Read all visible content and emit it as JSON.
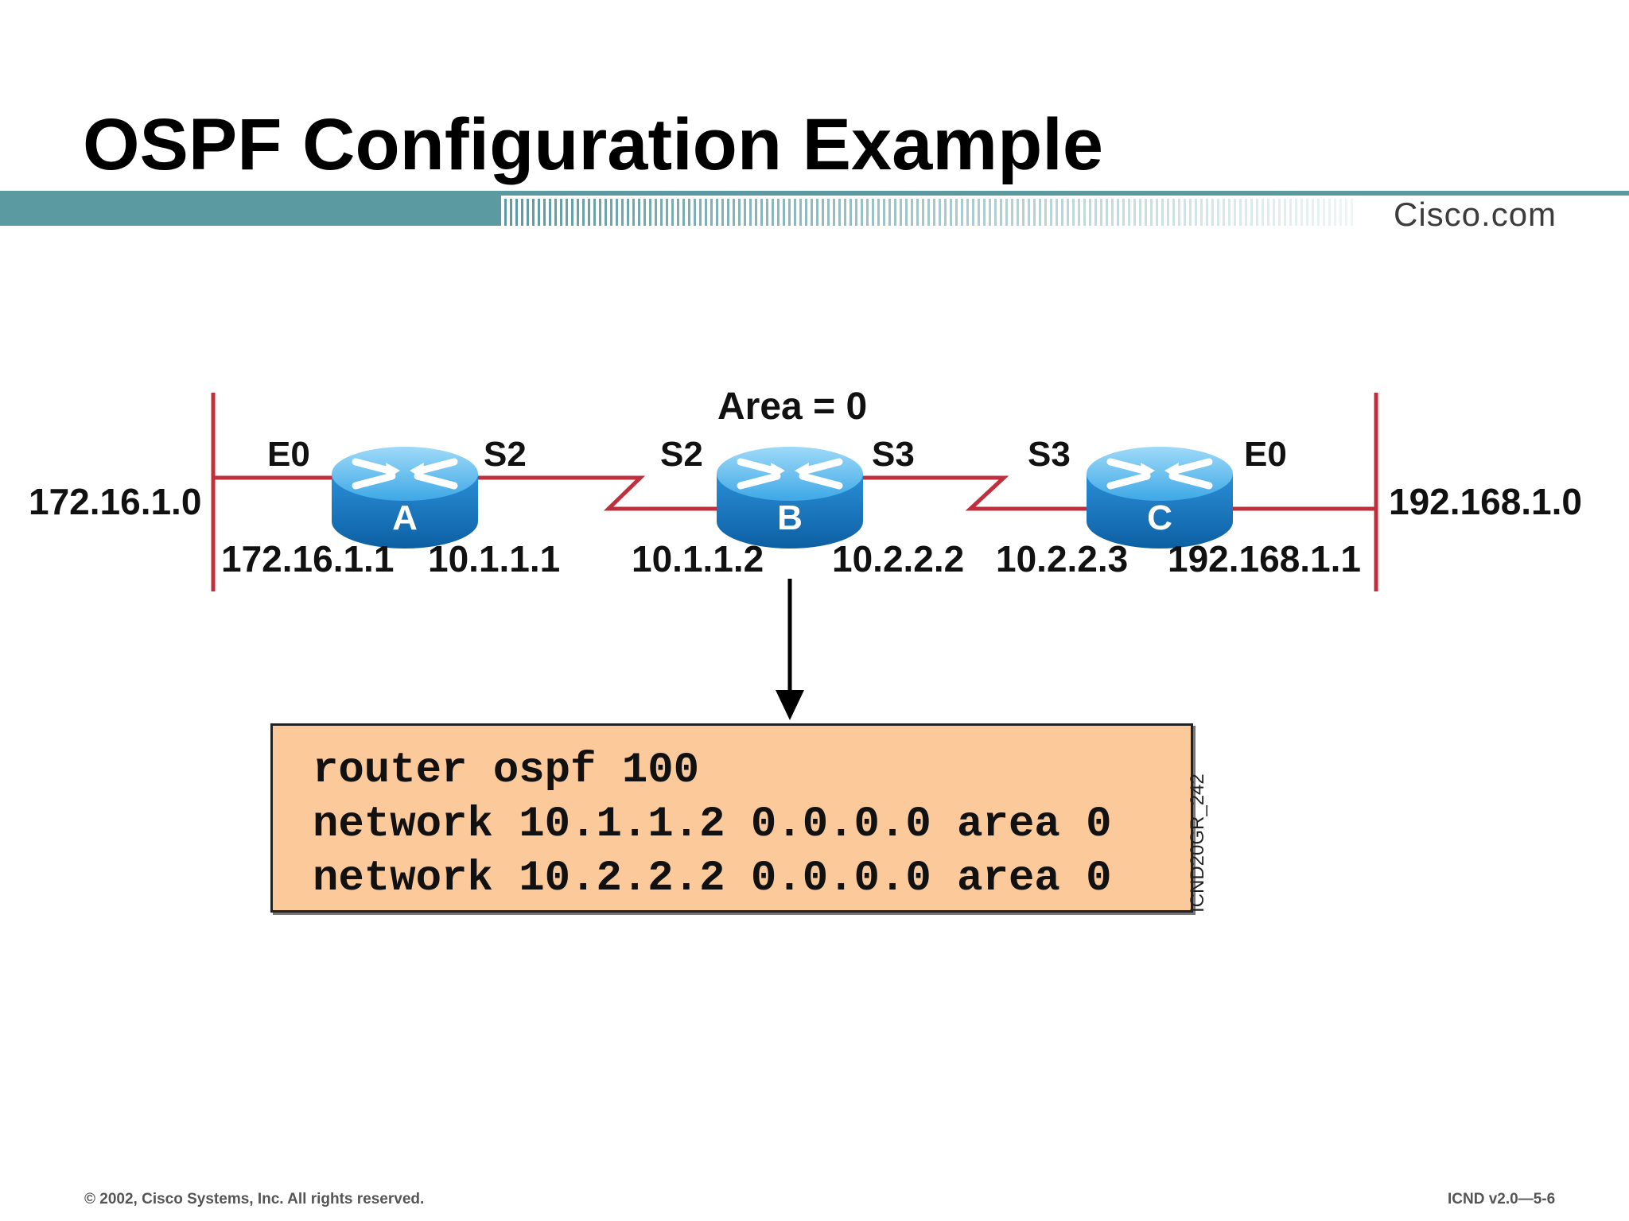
{
  "slide": {
    "title": "OSPF Configuration Example",
    "brand": "Cisco.com",
    "footer_left": "© 2002, Cisco Systems, Inc. All rights reserved.",
    "footer_right": "ICND v2.0—5-6",
    "figure_id": "ICND20GR_242"
  },
  "colors": {
    "link": "#c0303c",
    "bar": "#5a9aa0",
    "router_body": "#1a7ec6",
    "router_top": "#5dbbf0",
    "code_bg": "#fcc99a"
  },
  "diagram": {
    "area_label": "Area = 0",
    "left_network": "172.16.1.0",
    "right_network": "192.168.1.0",
    "routers": [
      {
        "name": "A",
        "left_iface": "E0",
        "right_iface": "S2",
        "left_ip": "172.16.1.1",
        "right_ip": "10.1.1.1",
        "icon": "router-icon"
      },
      {
        "name": "B",
        "left_iface": "S2",
        "right_iface": "S3",
        "left_ip": "10.1.1.2",
        "right_ip": "10.2.2.2",
        "icon": "router-icon"
      },
      {
        "name": "C",
        "left_iface": "S3",
        "right_iface": "E0",
        "left_ip": "10.2.2.3",
        "right_ip": "192.168.1.1",
        "icon": "router-icon"
      }
    ]
  },
  "config": {
    "lines": [
      "router ospf 100",
      "network 10.1.1.2 0.0.0.0 area 0",
      "network 10.2.2.2 0.0.0.0 area 0"
    ]
  }
}
